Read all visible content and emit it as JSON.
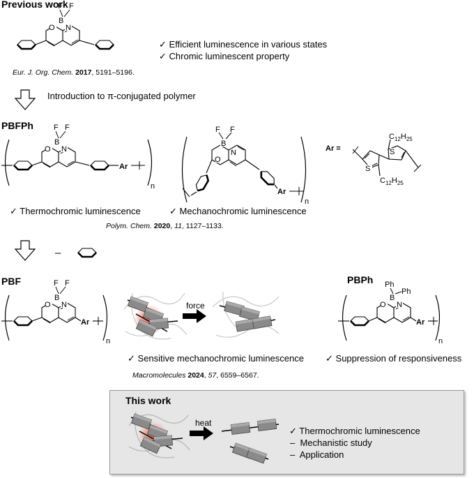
{
  "previous": {
    "heading": "Previous work",
    "bullets": [
      "Efficient luminescence in various states",
      "Chromic luminescent property"
    ],
    "ref": {
      "journal": "Eur. J. Org. Chem.",
      "year": "2017",
      "pages": ", 5191–5196."
    }
  },
  "arrow1_text": "Introduction to π-conjugated polymer",
  "pbfph": {
    "name": "PBFPh",
    "bullet_left": "Thermochromic luminescence",
    "bullet_right": "Mechanochromic luminescence",
    "ar_label": "Ar =",
    "ref": {
      "journal": "Polym. Chem.",
      "year": "2020",
      "rest": ", ",
      "volume": "11",
      "pages": ", 1127–1133."
    }
  },
  "minus_sign": "–",
  "pbf": {
    "name": "PBF",
    "bullet": "Sensitive mechanochromic luminescence"
  },
  "force_label": "force",
  "pbph": {
    "name": "PBPh",
    "bullet": "Suppression of responsiveness"
  },
  "macro_ref": {
    "journal": "Macromolecules",
    "year": "2024",
    "rest": ", ",
    "volume": "57",
    "pages": ", 6559–6567."
  },
  "this_work": {
    "heading": "This work",
    "heat_label": "heat",
    "items": [
      "Thermochromic luminescence",
      "Mechanistic study",
      "Application"
    ]
  },
  "check": "✓",
  "dash": "–",
  "atoms": {
    "F": "F",
    "O": "O",
    "B": "B",
    "N": "N",
    "Ar": "Ar",
    "n": "n",
    "Ph": "Ph",
    "S": "S",
    "C": "C",
    "H": "H",
    "c12": "12",
    "h25": "25"
  }
}
